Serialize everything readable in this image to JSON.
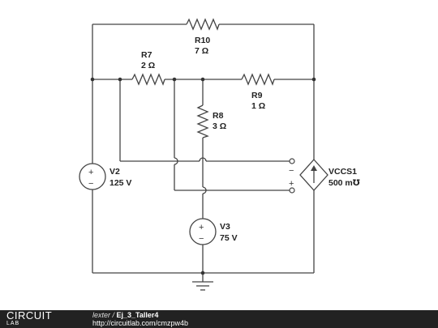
{
  "components": {
    "r10": {
      "name": "R10",
      "value": "7 Ω"
    },
    "r7": {
      "name": "R7",
      "value": "2 Ω"
    },
    "r9": {
      "name": "R9",
      "value": "1 Ω"
    },
    "r8": {
      "name": "R8",
      "value": "3 Ω"
    },
    "v2": {
      "name": "V2",
      "value": "125 V"
    },
    "v3": {
      "name": "V3",
      "value": "75 V"
    },
    "vccs1": {
      "name": "VCCS1",
      "value": "500 m℧"
    }
  },
  "control_terminals": {
    "minus": "−",
    "plus": "+"
  },
  "source_signs": {
    "plus": "+",
    "minus": "−"
  },
  "footer": {
    "logo_top": "CIRCUIT",
    "logo_bottom": "LAB",
    "author": "lexter",
    "separator": " / ",
    "project": "Ej_3_Taller4",
    "url": "http://circuitlab.com/cmzpw4b"
  }
}
